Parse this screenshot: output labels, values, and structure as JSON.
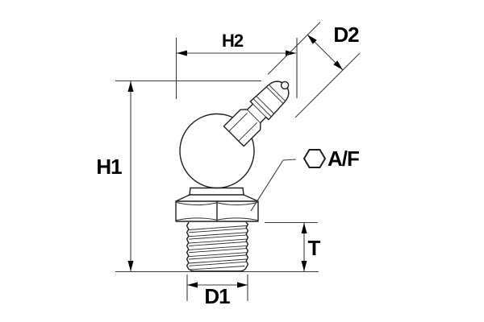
{
  "drawing": {
    "subject": "45-degree grease nipple fitting technical drawing",
    "colors": {
      "line": "#1f1f1f",
      "dimension_line": "#3c3c3c",
      "background": "#ffffff"
    },
    "labels": {
      "h1": "H1",
      "h2": "H2",
      "d1": "D1",
      "d2": "D2",
      "t": "T",
      "af": "A/F"
    },
    "icons": {
      "hex_across_flats": "hexagon-icon"
    }
  }
}
